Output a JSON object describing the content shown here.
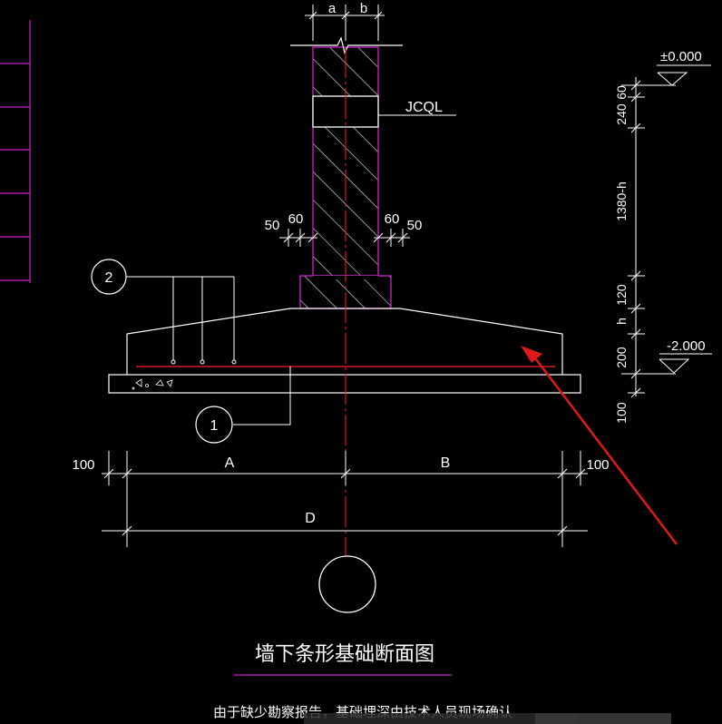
{
  "drawing": {
    "title": "墙下条形基础断面图",
    "note": "由于缺少勘察报告，基础埋深由技术人员现场确认",
    "tag_jcql": "JCQL",
    "callout_1": "1",
    "callout_2": "2",
    "dim_a": "a",
    "dim_b": "b",
    "dim_50_left": "50",
    "dim_60_left": "60",
    "dim_60_right": "60",
    "dim_50_right": "50",
    "dim_100_left": "100",
    "dim_A": "A",
    "dim_B": "B",
    "dim_100_right": "100",
    "dim_D": "D",
    "level_top": "±0.000",
    "level_bottom": "-2.000",
    "vdim_60": "60",
    "vdim_240": "240",
    "vdim_1380h": "1380-h",
    "vdim_120": "120",
    "vdim_h": "h",
    "vdim_200": "200",
    "vdim_100": "100"
  },
  "colors": {
    "background": "#000000",
    "line": "#ffffff",
    "outline": "#cc22cc",
    "axis": "#ff2020",
    "arrow": "#e01818"
  }
}
